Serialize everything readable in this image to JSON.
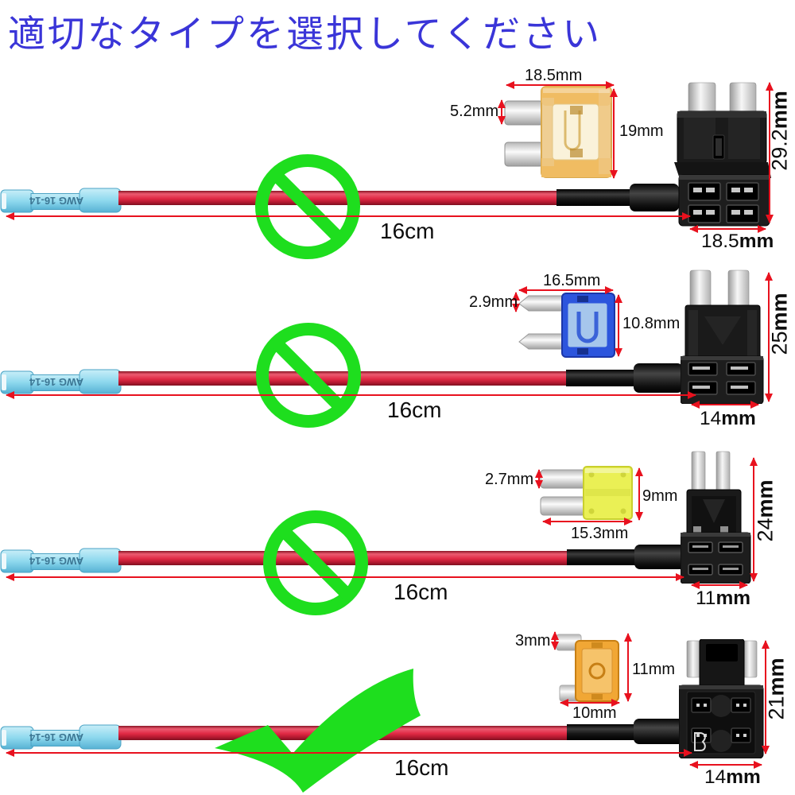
{
  "title": "適切なタイプを選択してください",
  "icons": {
    "deny": "prohibition-icon",
    "allow": "check-icon"
  },
  "colors": {
    "title": "#3a35d8",
    "dim": "#e8111e",
    "green": "#1ede1e",
    "wire": "#dd2440",
    "connector": "#8fd9ee"
  },
  "rows": [
    {
      "verdict": "deny",
      "length": "16cm",
      "connector_label": "AWG 16-14",
      "dims": {
        "width": "18.5mm",
        "leg": "5.2mm",
        "height": "19mm"
      },
      "holder": {
        "height_num": "29.2",
        "height_unit": "mm",
        "width_num": "18.5",
        "width_unit": "mm"
      }
    },
    {
      "verdict": "deny",
      "length": "16cm",
      "connector_label": "AWG 16-14",
      "dims": {
        "width": "16.5mm",
        "leg": "2.9mm",
        "height": "10.8mm"
      },
      "holder": {
        "height_num": "25",
        "height_unit": "mm",
        "width_num": "14",
        "width_unit": "mm"
      }
    },
    {
      "verdict": "deny",
      "length": "16cm",
      "connector_label": "AWG 16-14",
      "dims": {
        "leg": "2.7mm",
        "height": "9mm",
        "width": "15.3mm"
      },
      "holder": {
        "height_num": "24",
        "height_unit": "mm",
        "width_num": "11",
        "width_unit": "mm"
      }
    },
    {
      "verdict": "allow",
      "length": "16cm",
      "connector_label": "AWG 16-14",
      "dims": {
        "leg": "3mm",
        "height": "11mm",
        "width": "10mm"
      },
      "holder": {
        "height_num": "21",
        "height_unit": "mm",
        "width_num": "14",
        "width_unit": "mm"
      }
    }
  ]
}
